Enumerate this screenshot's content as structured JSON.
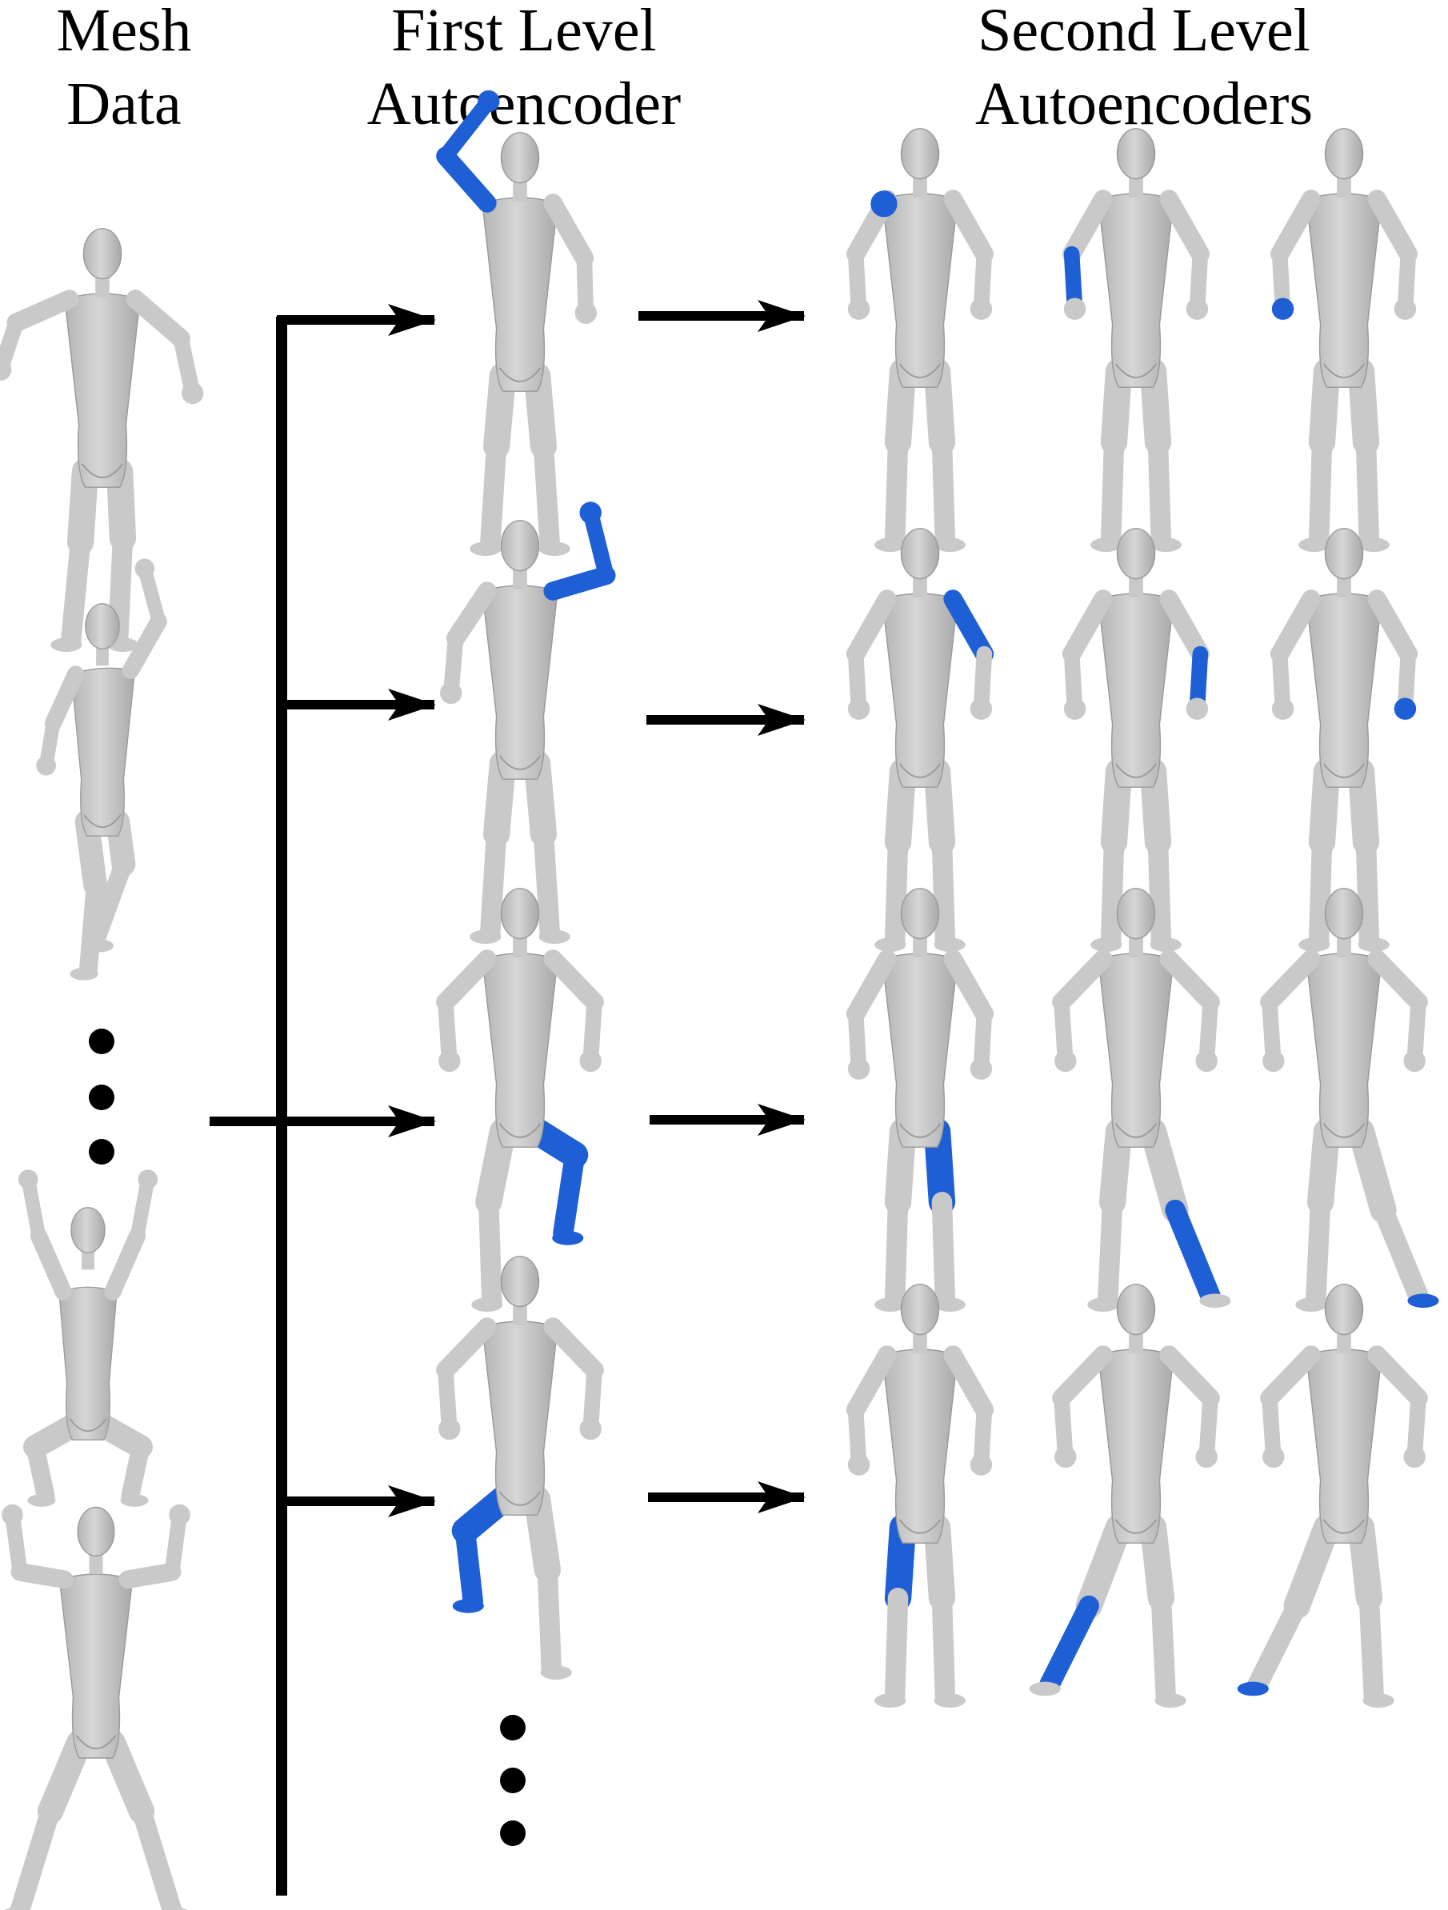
{
  "headers": {
    "mesh": {
      "line1": "Mesh",
      "line2": "Data"
    },
    "first": {
      "line1": "First Level",
      "line2": "Autoencoder"
    },
    "second": {
      "line1": "Second Level",
      "line2": "Autoencoders"
    }
  },
  "colors": {
    "body": "#c9c9c9",
    "body_edge": "#9a9a9a",
    "highlight": "#1f5fd6",
    "arrow": "#000000"
  },
  "mesh_data": [
    {
      "pose": "arms-bent"
    },
    {
      "pose": "right-arm-up-knee-raised"
    },
    {
      "pose": "jump-squat-arms-up"
    },
    {
      "pose": "wide-stance-arms-up"
    }
  ],
  "first_level": [
    {
      "pose": "left-arm-raised",
      "part": "left-arm"
    },
    {
      "pose": "right-arm-raised",
      "part": "right-arm"
    },
    {
      "pose": "left-knee-raised",
      "part": "left-leg"
    },
    {
      "pose": "right-knee-raised",
      "part": "right-leg"
    }
  ],
  "second_level": [
    [
      {
        "part": "left-upper-arm"
      },
      {
        "part": "left-forearm"
      },
      {
        "part": "left-hand"
      }
    ],
    [
      {
        "part": "right-upper-arm"
      },
      {
        "part": "right-forearm"
      },
      {
        "part": "right-hand"
      }
    ],
    [
      {
        "part": "left-thigh"
      },
      {
        "part": "left-shin"
      },
      {
        "part": "left-foot"
      }
    ],
    [
      {
        "part": "right-thigh"
      },
      {
        "part": "right-shin"
      },
      {
        "part": "right-foot"
      }
    ]
  ]
}
